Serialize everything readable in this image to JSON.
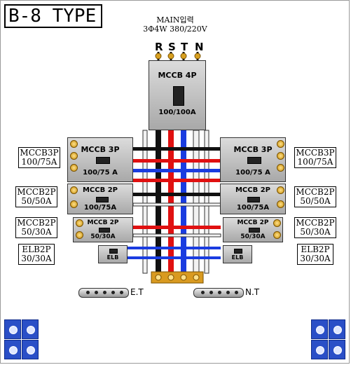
{
  "title": "B-8 TYPE",
  "main": {
    "line1": "MAIN입력",
    "line2": "3Φ4W 380/220V"
  },
  "phases": [
    "R",
    "S",
    "T",
    "N"
  ],
  "phase_colors": {
    "R": "#e01010",
    "S": "#d01010",
    "T": "#1a3ce0",
    "N": "#f4f4f4",
    "earth": "#111111"
  },
  "main_breaker": {
    "title": "MCCB 4P",
    "rating": "100/100A"
  },
  "breakers": {
    "mccb3p_left": {
      "title": "MCCB 3P",
      "rating": "100/75 A"
    },
    "mccb3p_right": {
      "title": "MCCB 3P",
      "rating": "100/75 A"
    },
    "mccb2p_big_left": {
      "title": "MCCB 2P",
      "rating": "100/75A"
    },
    "mccb2p_big_right": {
      "title": "MCCB 2P",
      "rating": "100/75A"
    },
    "mccb2p_small_left": {
      "title": "MCCB 2P",
      "rating": "50/30A"
    },
    "mccb2p_small_right": {
      "title": "MCCB 2P",
      "rating": "50/30A"
    },
    "elb_left": {
      "title": "ELB"
    },
    "elb_right": {
      "title": "ELB"
    }
  },
  "side_labels": {
    "left_1": {
      "line1": "MCCB3P",
      "line2": "100/75A"
    },
    "left_2": {
      "line1": "MCCB2P",
      "line2": "50/50A"
    },
    "left_3": {
      "line1": "MCCB2P",
      "line2": "50/30A"
    },
    "left_4": {
      "line1": "ELB2P",
      "line2": "30/30A"
    },
    "right_1": {
      "line1": "MCCB3P",
      "line2": "100/75A"
    },
    "right_2": {
      "line1": "MCCB2P",
      "line2": "50/50A"
    },
    "right_3": {
      "line1": "MCCB2P",
      "line2": "50/30A"
    },
    "right_4": {
      "line1": "ELB2P",
      "line2": "30/30A"
    }
  },
  "terminal_bars": {
    "earth": "E.T",
    "neutral": "N.T"
  }
}
